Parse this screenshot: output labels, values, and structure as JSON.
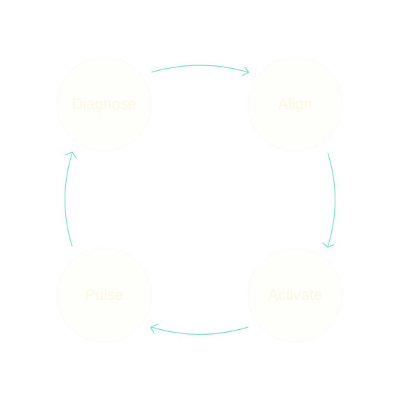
{
  "diagram": {
    "nodes": [
      {
        "id": "diagnose",
        "label": "Diagnose"
      },
      {
        "id": "align",
        "label": "Align"
      },
      {
        "id": "activate",
        "label": "Activate"
      },
      {
        "id": "pulse",
        "label": "Pulse"
      }
    ],
    "edges": [
      {
        "from": "diagnose",
        "to": "align"
      },
      {
        "from": "align",
        "to": "activate"
      },
      {
        "from": "activate",
        "to": "pulse"
      },
      {
        "from": "pulse",
        "to": "diagnose"
      }
    ]
  },
  "colors": {
    "connector": "#6fdcc4",
    "node_fill": "#fefefb",
    "node_stroke": "#fbfbf4",
    "label_text": "#fbf8e6"
  }
}
